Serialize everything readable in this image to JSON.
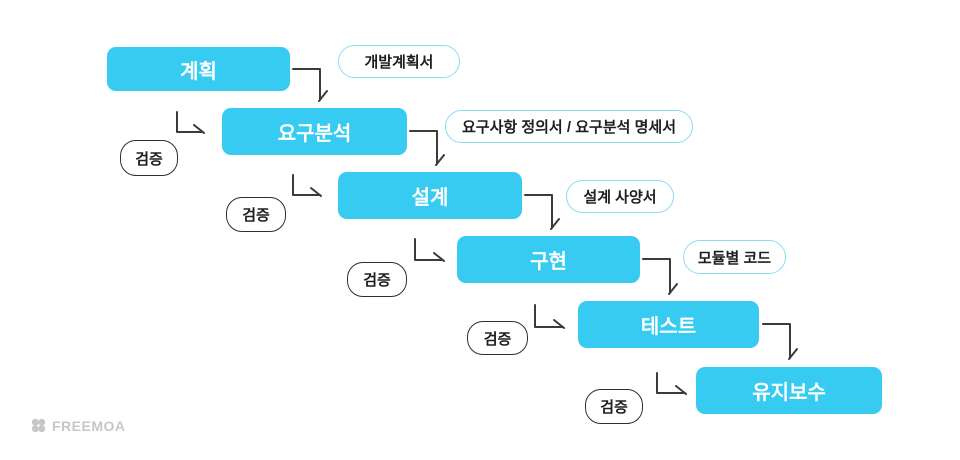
{
  "diagram": {
    "description": "Waterfall software development process flow",
    "stages": [
      {
        "label": "계획",
        "output": "개발계획서"
      },
      {
        "label": "요구분석",
        "output": "요구사항 정의서 / 요구분석 명세서"
      },
      {
        "label": "설계",
        "output": "설계 사양서"
      },
      {
        "label": "구현",
        "output": "모듈별 코드"
      },
      {
        "label": "테스트",
        "output": ""
      },
      {
        "label": "유지보수",
        "output": ""
      }
    ],
    "verify_label": "검증"
  },
  "footer": {
    "logo_text": "FREEMOA"
  },
  "colors": {
    "stage_fill": "#38cbf2",
    "stage_text": "#ffffff",
    "output_bubble_border": "#8adcf6",
    "verify_bubble_border": "#2f2f2f",
    "arrow": "#3b3b3b",
    "logo_gray": "#c7c7c7",
    "background": "#ffffff"
  }
}
